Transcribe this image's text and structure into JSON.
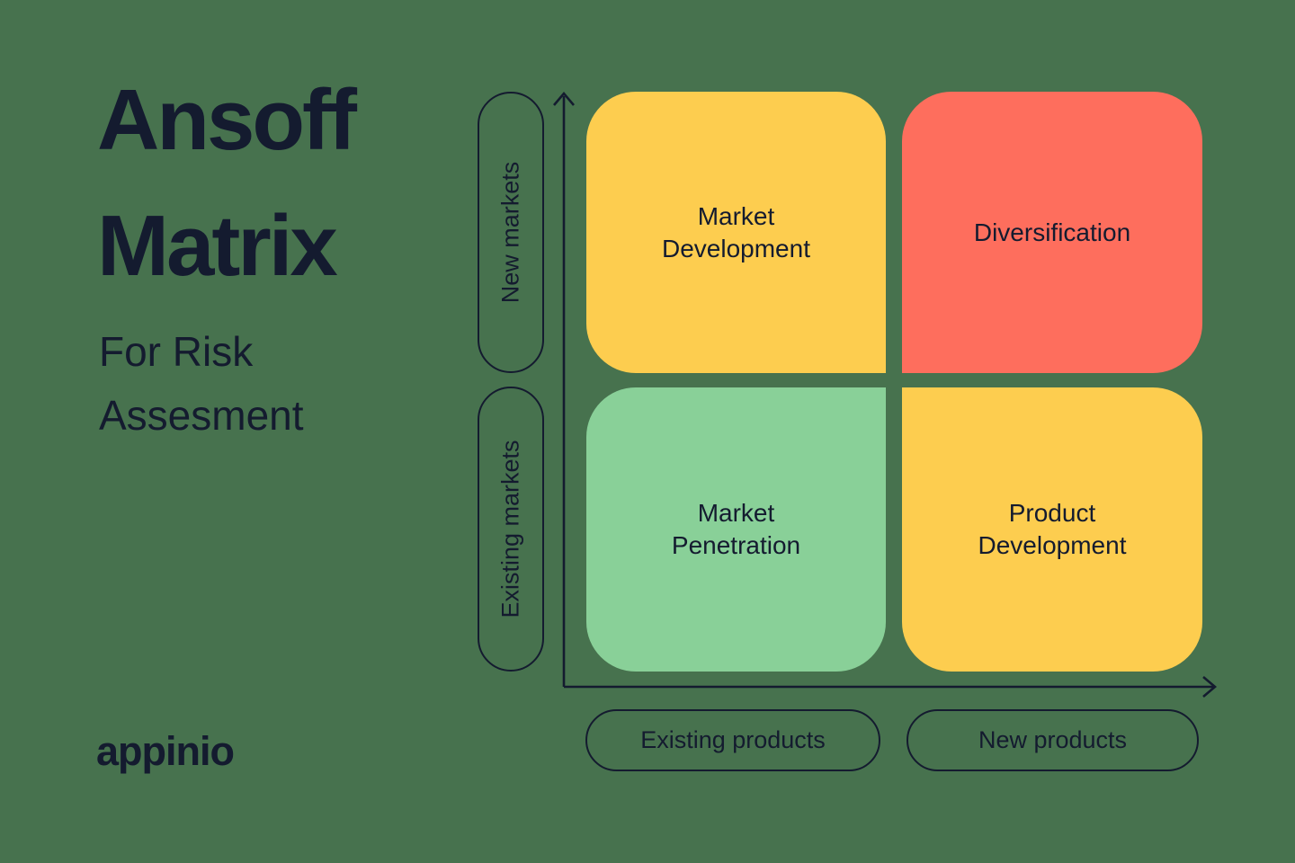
{
  "colors": {
    "background": "#47724E",
    "ink": "#141B2F",
    "quadrant_yellow": "#FDCD4F",
    "quadrant_red": "#FE6E5D",
    "quadrant_green": "#89D098"
  },
  "header": {
    "title": "Ansoff\nMatrix",
    "subtitle": "For Risk\nAssesment"
  },
  "branding": {
    "logo": "appinio"
  },
  "matrix": {
    "quadrants": [
      {
        "name": "Market Development",
        "label": "Market\nDevelopment",
        "color": "#FDCD4F"
      },
      {
        "name": "Diversification",
        "label": "Diversification",
        "color": "#FE6E5D"
      },
      {
        "name": "Market Penetration",
        "label": "Market\nPenetration",
        "color": "#89D098"
      },
      {
        "name": "Product Development",
        "label": "Product\nDevelopment",
        "color": "#FDCD4F"
      }
    ],
    "y_axis": {
      "labels": [
        "New markets",
        "Existing markets"
      ]
    },
    "x_axis": {
      "labels": [
        "Existing products",
        "New products"
      ]
    }
  }
}
